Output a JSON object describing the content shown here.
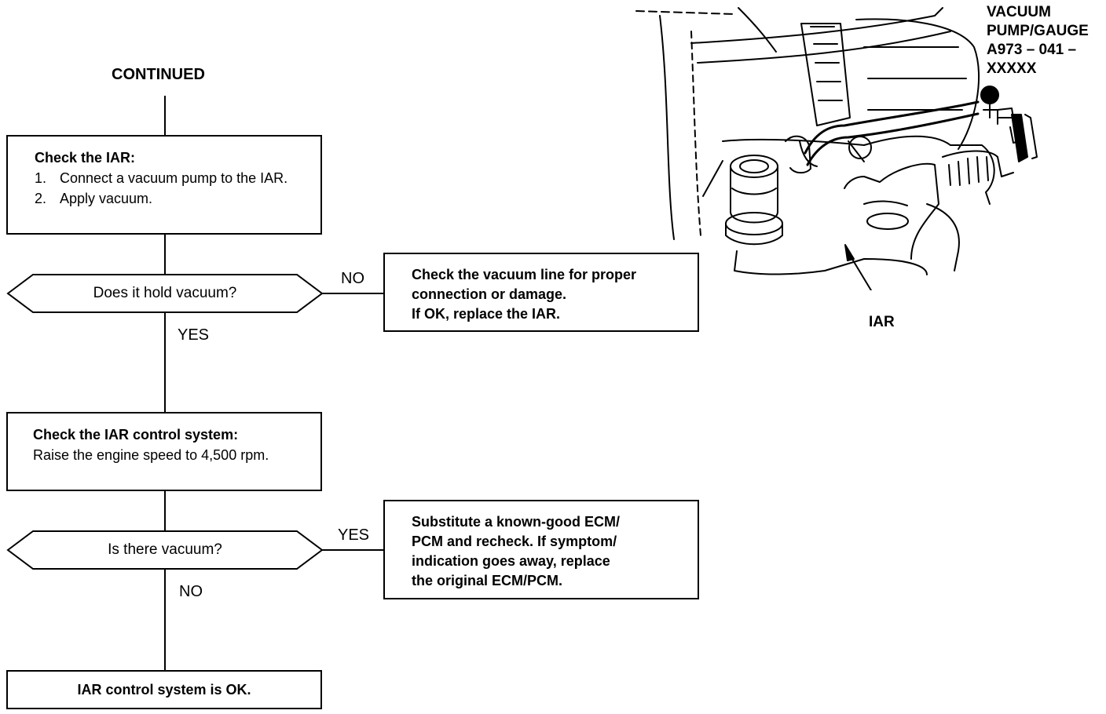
{
  "flow": {
    "continued": "CONTINUED",
    "box1": {
      "title": "Check the IAR:",
      "steps": [
        {
          "num": "1.",
          "text": "Connect a vacuum pump to the IAR."
        },
        {
          "num": "2.",
          "text": "Apply vacuum."
        }
      ]
    },
    "decision1": "Does it hold vacuum?",
    "d1_no_label": "NO",
    "d1_yes_label": "YES",
    "no_box_lines": [
      "Check the vacuum line for proper",
      "connection or damage.",
      "If OK, replace the IAR."
    ],
    "box2": {
      "title": "Check the IAR control system:",
      "text": "Raise the engine speed to 4,500 rpm."
    },
    "decision2": "Is there vacuum?",
    "d2_yes_label": "YES",
    "d2_no_label": "NO",
    "yes_box_lines": [
      "Substitute a known-good ECM/",
      "PCM and recheck. If symptom/",
      "indication goes away, replace",
      "the original ECM/PCM."
    ],
    "final_box": "IAR control system is OK."
  },
  "illustration": {
    "gauge_label_lines": [
      "VACUUM",
      "PUMP/GAUGE",
      "A973 – 041 –",
      "XXXXX"
    ],
    "iar_label": "IAR"
  }
}
